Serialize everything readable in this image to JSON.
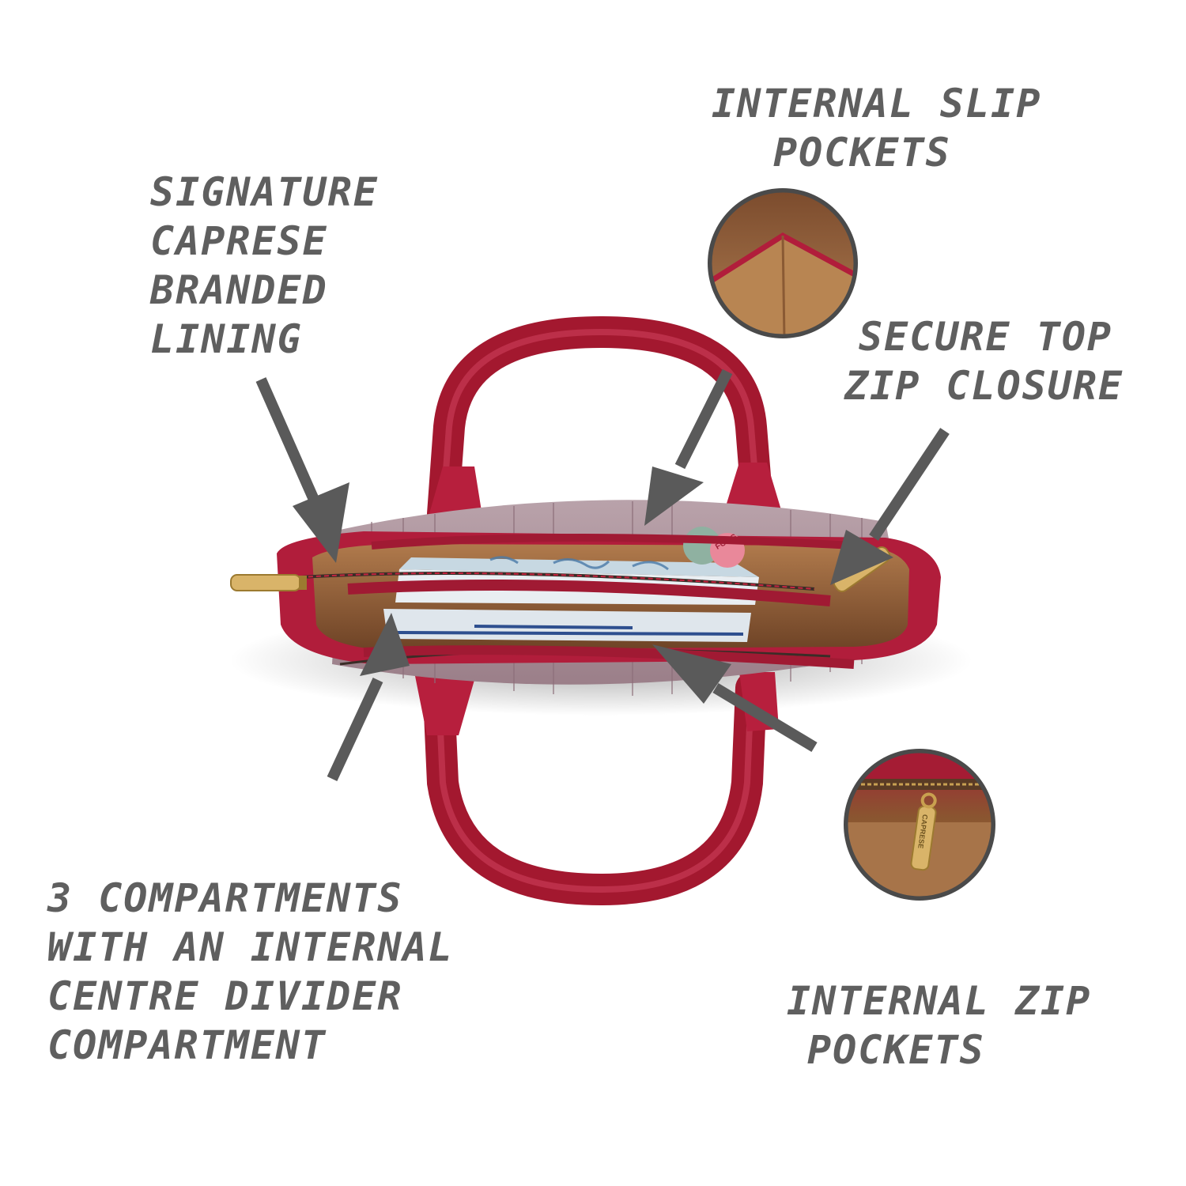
{
  "callouts": {
    "slip_pockets": {
      "lines": [
        "INTERNAL SLIP",
        "POCKETS"
      ]
    },
    "branded_lining": {
      "lines": [
        "SIGNATURE",
        "CAPRESE",
        "BRANDED",
        "LINING"
      ]
    },
    "top_zip": {
      "lines": [
        "SECURE TOP",
        "ZIP CLOSURE"
      ]
    },
    "compartments": {
      "lines": [
        "3 COMPARTMENTS",
        "WITH AN INTERNAL",
        "CENTRE DIVIDER",
        "COMPARTMENT"
      ]
    },
    "zip_pockets": {
      "lines": [
        "INTERNAL ZIP",
        "POCKETS"
      ]
    }
  },
  "brand_marks": {
    "zipper_puller_text": "CAPRESE",
    "pouch_text": "FOGG"
  },
  "colors": {
    "bag_red": "#b01f3c",
    "lining_brown": "#9a6038",
    "label_gray": "#5f5f5f",
    "arrow_gray": "#5a5a5a",
    "gold": "#c9a04f"
  }
}
